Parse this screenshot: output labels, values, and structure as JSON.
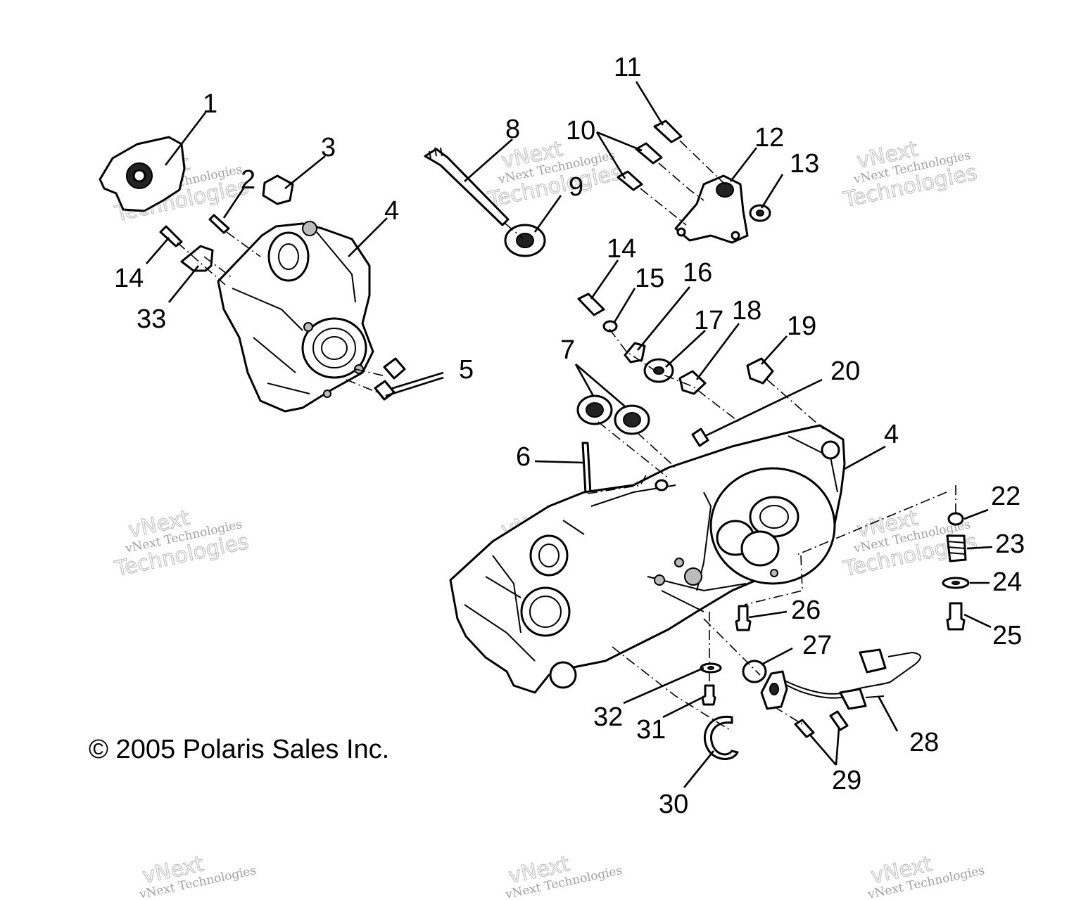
{
  "copyright": "© 2005 Polaris Sales Inc.",
  "watermark": {
    "line1": "vNext Technologies",
    "line2": "Technologies",
    "line3": "vNext"
  },
  "labels": {
    "l1": "1",
    "l2": "2",
    "l3": "3",
    "l4a": "4",
    "l4b": "4",
    "l5": "5",
    "l6": "6",
    "l7": "7",
    "l8": "8",
    "l9": "9",
    "l10": "10",
    "l11": "11",
    "l12": "12",
    "l13": "13",
    "l14a": "14",
    "l14b": "14",
    "l15": "15",
    "l16": "16",
    "l17": "17",
    "l18": "18",
    "l19": "19",
    "l20": "20",
    "l22": "22",
    "l23": "23",
    "l24": "24",
    "l25": "25",
    "l26": "26",
    "l27": "27",
    "l28": "28",
    "l29": "29",
    "l30": "30",
    "l31": "31",
    "l32": "32",
    "l33": "33"
  }
}
